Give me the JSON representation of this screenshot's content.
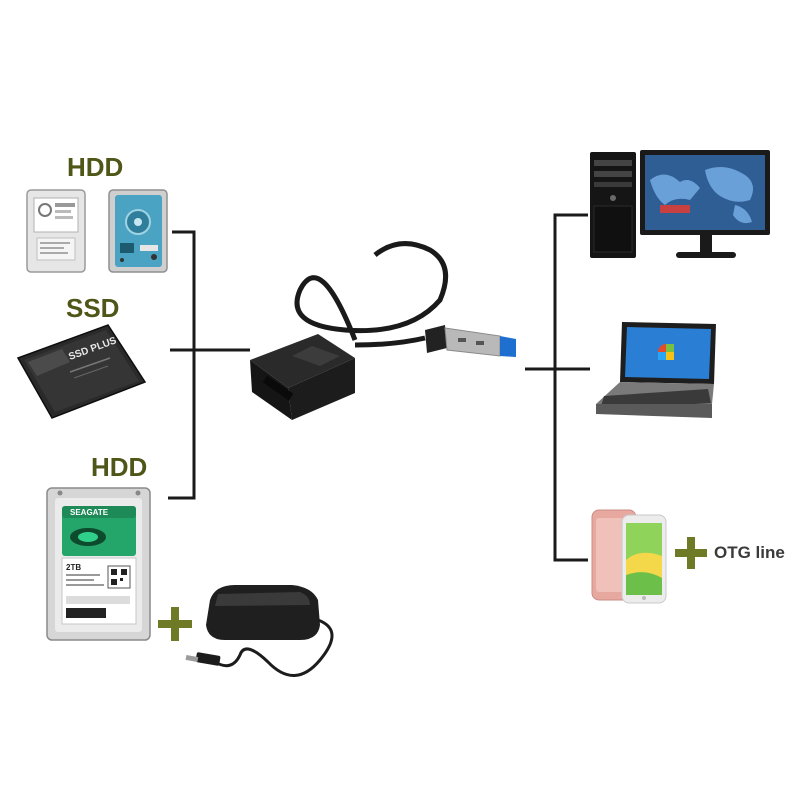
{
  "left_devices": {
    "hdd_top_label": "HDD",
    "ssd_label": "SSD",
    "ssd_case_text": "SSD PLUS",
    "hdd_bottom_label": "HDD",
    "hdd_bottom_case_text": "SEAGATE",
    "hdd_bottom_capacity": "2TB"
  },
  "right_devices": {
    "otg_label": "OTG line"
  },
  "colors": {
    "label_olive": "#4f5618",
    "plus_green": "#6f7a26",
    "connector_line": "#1a1a1a",
    "usb_blue": "#1f6fd1"
  },
  "icons": [
    "hdd-icon",
    "ssd-icon",
    "power-adapter-icon",
    "usb-sata-adapter-icon",
    "desktop-pc-icon",
    "monitor-icon",
    "laptop-icon",
    "smartphone-icon"
  ]
}
